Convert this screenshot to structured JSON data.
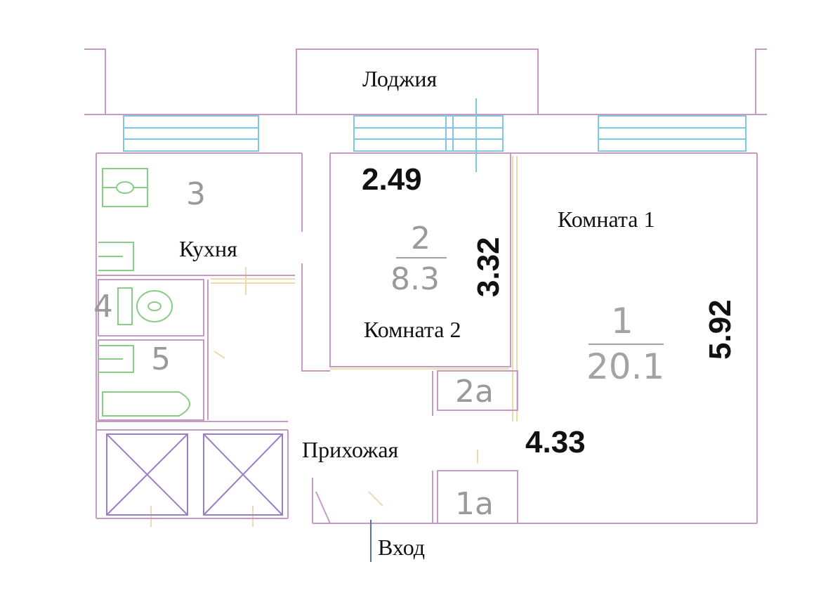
{
  "rooms": {
    "loggia": "Лоджия",
    "kitchen": "Кухня",
    "room1": "Комната 1",
    "room2": "Комната 2",
    "hall": "Прихожая",
    "entrance": "Вход"
  },
  "room_numbers": {
    "kitchen": "3",
    "room2": "2",
    "room2_area": "8.3",
    "room1": "1",
    "room1_area": "20.1",
    "toilet": "4",
    "bath": "5",
    "closet_2a": "2а",
    "closet_1a": "1а"
  },
  "dimensions": {
    "room2_width": "2.49",
    "room2_depth": "3.32",
    "room1_depth": "5.92",
    "room1_width": "4.33"
  },
  "colors": {
    "wall": "#c79ac6",
    "window": "#7fc8e0",
    "fixture": "#88cc88",
    "hatch": "#e8d7a8",
    "text": "#111111",
    "number": "#9a9a9a"
  }
}
